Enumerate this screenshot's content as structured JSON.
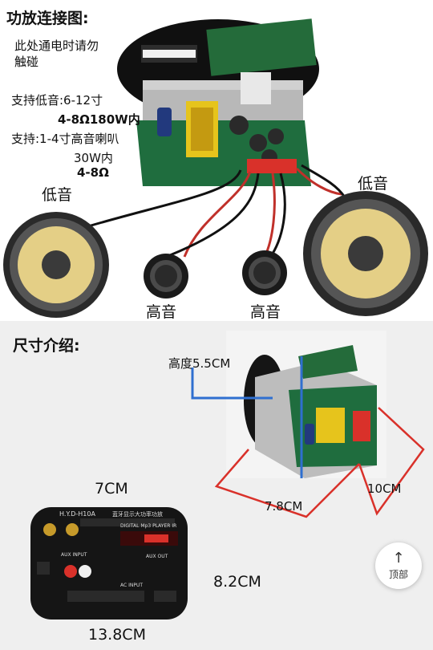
{
  "connection": {
    "title": "功放连接图:",
    "warning": [
      "此处通电时请勿",
      "触碰"
    ],
    "bass_support": "支持低音:6-12寸",
    "bass_spec": "4-8Ω180W内",
    "tweeter_support": "支持:1-4寸高音喇叭",
    "tweeter_power": "30W内",
    "tweeter_imp": "4-8Ω",
    "woofer_left": "低音",
    "woofer_right": "低音",
    "tweeter_left": "高音",
    "tweeter_right": "高音"
  },
  "size": {
    "title": "尺寸介绍:",
    "height": "高度5.5CM",
    "depth": "7.8CM",
    "width": "10CM",
    "panel_height": "7CM",
    "panel_width_side": "8.2CM",
    "panel_width": "13.8CM"
  },
  "panel": {
    "brand": "H.Y.D-H10A",
    "subtitle": "蓝牙显示大功率功放",
    "display": "DIGITAL Mp3 PLAYER IR",
    "aux_input": "AUX INPUT",
    "ac_input": "AC INPUT",
    "aux_out": "AUX OUT"
  },
  "back_to_top": {
    "label": "顶部",
    "icon": "arrow-up-icon"
  },
  "colors": {
    "board": "#1f6d3e",
    "red_line": "#d9312a",
    "blue_line": "#2f6fd0",
    "cone": "#e4cf86"
  }
}
